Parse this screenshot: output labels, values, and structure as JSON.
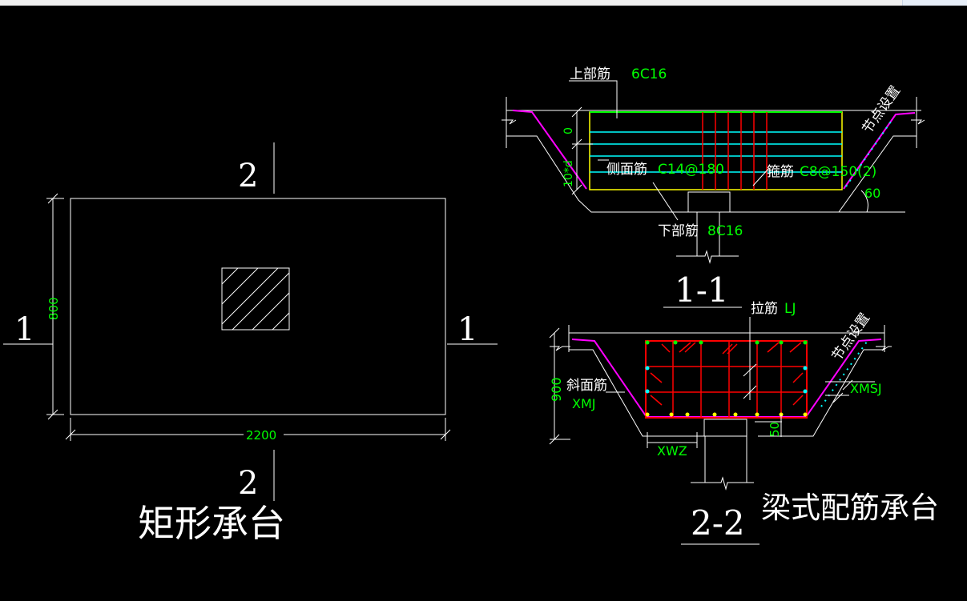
{
  "left_drawing": {
    "section_mark_top": "2",
    "section_mark_bottom": "2",
    "section_mark_left": "1",
    "section_mark_right": "1",
    "dim_width": "2200",
    "dim_height": "800",
    "title": "矩形承台"
  },
  "section_1_1": {
    "label": "1-1",
    "top_bar_label": "上部筋",
    "top_bar_value": "6C16",
    "side_bar_label": "侧面筋",
    "side_bar_value": "C14@180",
    "stirrup_label": "箍筋",
    "stirrup_value": "C8@150(2)",
    "bottom_bar_label": "下部筋",
    "bottom_bar_value": "8C16",
    "dim_top": "0",
    "dim_side": "10*d",
    "angle": "60",
    "node_note": "节点设置"
  },
  "section_2_2": {
    "label": "2-2",
    "tie_label": "拉筋",
    "tie_value": "LJ",
    "slope_label": "斜面筋",
    "slope_value": "XMJ",
    "dim_height": "900",
    "dim_50": "50",
    "xwz": "XWZ",
    "xmsj": "XMSJ",
    "node_note": "节点设置",
    "title": "梁式配筋承台"
  },
  "colors": {
    "background": "#000000",
    "line": "#ffffff",
    "dimension_text": "#00ff00",
    "rebar_red": "#ff0000",
    "rebar_cyan": "#00ffff",
    "outline_magenta": "#ff00ff",
    "cage_yellow": "#ffff00"
  }
}
